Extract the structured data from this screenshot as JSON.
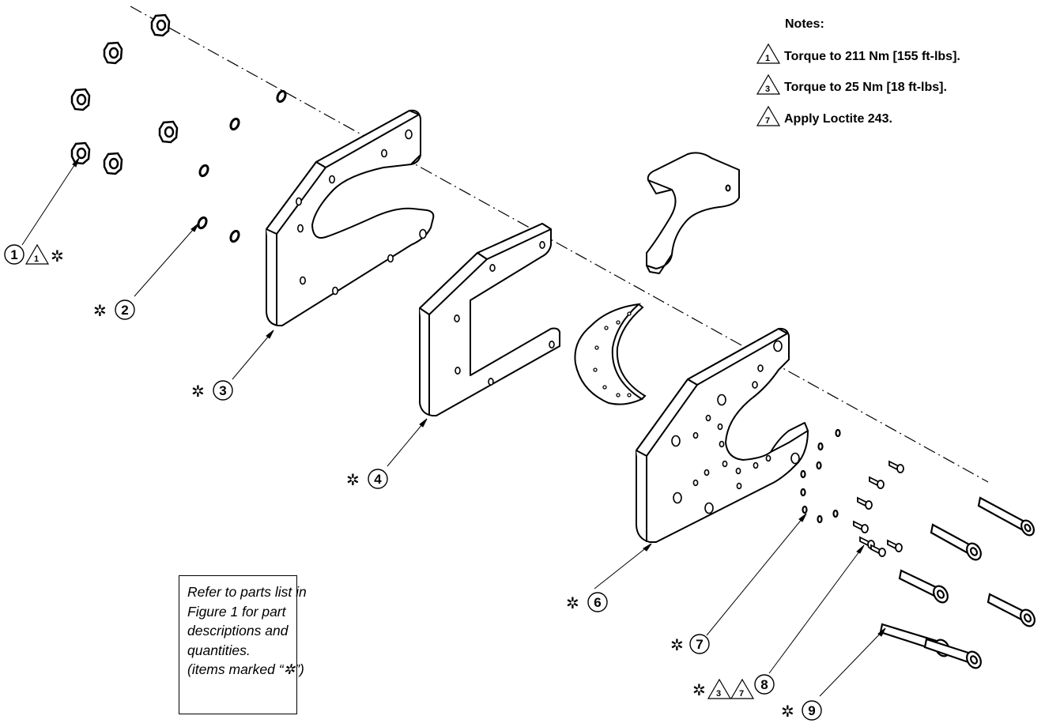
{
  "notes": {
    "title": "Notes:",
    "items": [
      {
        "num": "1",
        "text": "Torque to 211 Nm [155 ft-lbs]."
      },
      {
        "num": "3",
        "text": "Torque to 25 Nm [18 ft-lbs]."
      },
      {
        "num": "7",
        "text": "Apply Loctite 243."
      }
    ]
  },
  "reference_box": {
    "lines": [
      "Refer to parts list in",
      "Figure 1 for part",
      "descriptions and",
      "quantities.",
      "(items marked “✲”)"
    ]
  },
  "callouts": [
    {
      "num": "1",
      "star": "✲",
      "note_refs": [
        "1"
      ]
    },
    {
      "num": "2",
      "star": "✲",
      "note_refs": []
    },
    {
      "num": "3",
      "star": "✲",
      "note_refs": []
    },
    {
      "num": "4",
      "star": "✲",
      "note_refs": []
    },
    {
      "num": "6",
      "star": "✲",
      "note_refs": []
    },
    {
      "num": "7",
      "star": "✲",
      "note_refs": []
    },
    {
      "num": "8",
      "star": "✲",
      "note_refs": [
        "3",
        "7"
      ]
    },
    {
      "num": "9",
      "star": "✲",
      "note_refs": []
    }
  ]
}
